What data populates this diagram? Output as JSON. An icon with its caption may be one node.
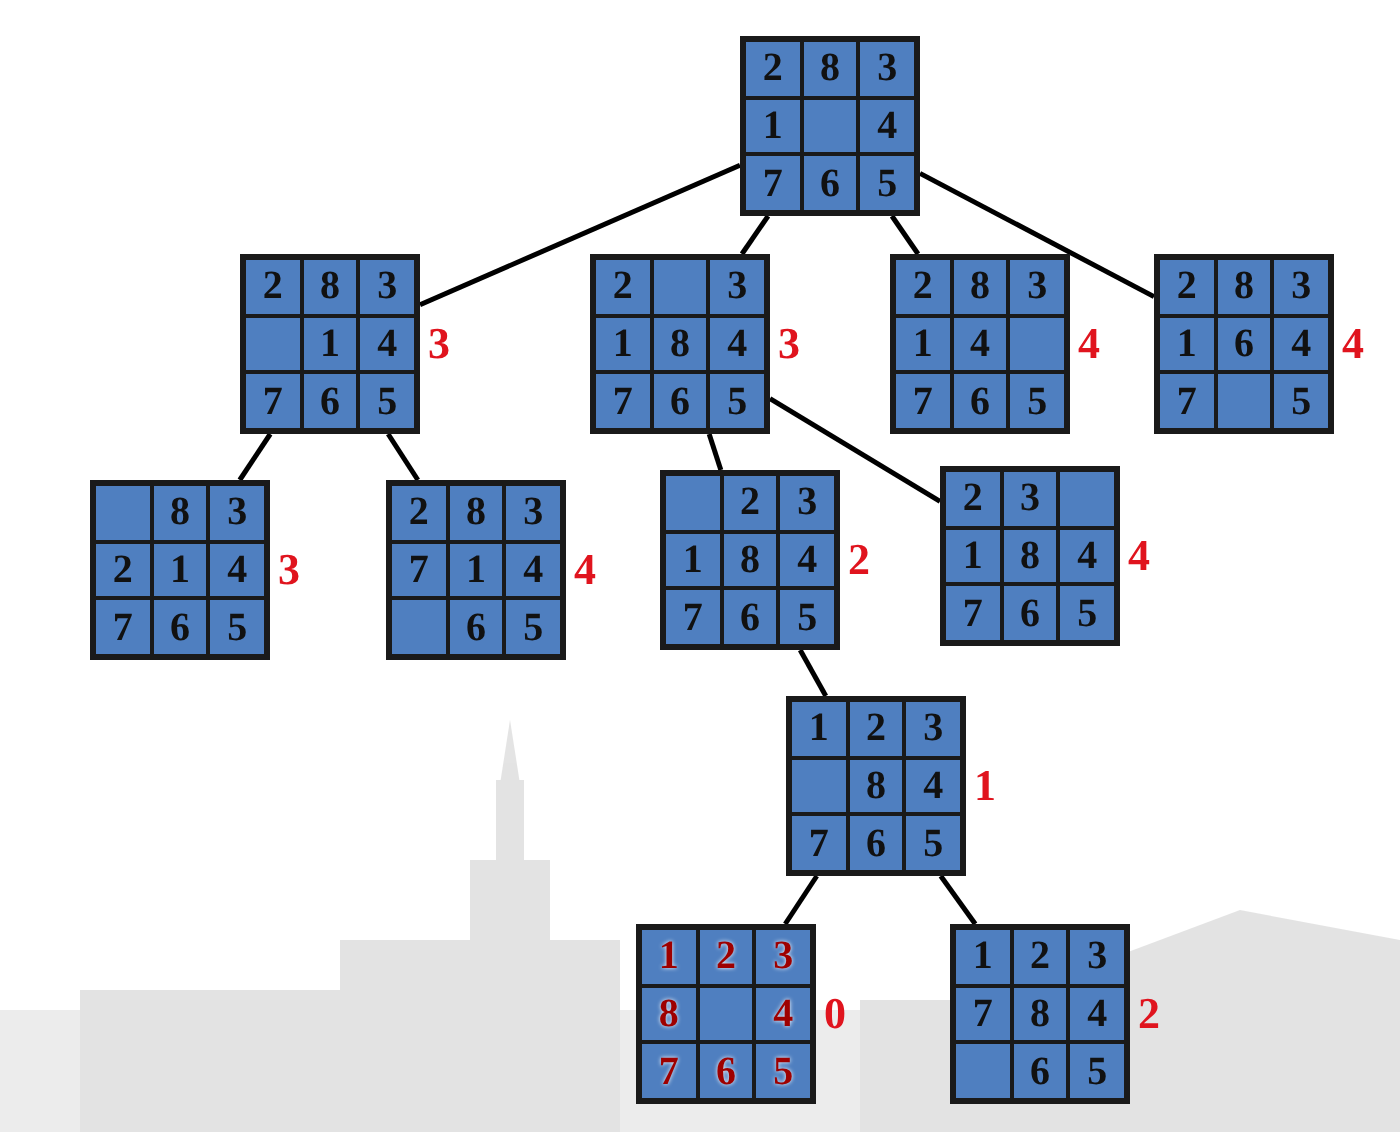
{
  "diagram": {
    "nodes": [
      {
        "text": [
          "2",
          "8",
          "3",
          "1",
          "4",
          "7",
          "6",
          "5"
        ]
      },
      {
        "text": [
          "2",
          "8",
          "3",
          "1",
          "4",
          "7",
          "6",
          "5"
        ],
        "beside": [
          "3"
        ]
      },
      {
        "text": [
          "2",
          "3",
          "1",
          "8",
          "4",
          "7",
          "6",
          "5"
        ],
        "beside": [
          "3"
        ]
      },
      {
        "text": [
          "2",
          "8",
          "3",
          "1",
          "4",
          "7",
          "6",
          "5"
        ],
        "beside": [
          "4"
        ]
      },
      {
        "text": [
          "2",
          "8",
          "3",
          "1",
          "6",
          "4",
          "7",
          "5"
        ],
        "beside": [
          "4"
        ]
      },
      {
        "text": [
          "8",
          "3",
          "2",
          "1",
          "4",
          "7",
          "6",
          "5"
        ],
        "beside": [
          "3"
        ]
      },
      {
        "text": [
          "2",
          "8",
          "3",
          "7",
          "1",
          "4",
          "6",
          "5"
        ],
        "beside": [
          "4"
        ]
      },
      {
        "text": [
          "2",
          "3",
          "1",
          "8",
          "4",
          "7",
          "6",
          "5"
        ],
        "beside": [
          "2"
        ]
      },
      {
        "text": [
          "2",
          "3",
          "1",
          "8",
          "4",
          "7",
          "6",
          "5"
        ],
        "beside": [
          "4"
        ]
      },
      {
        "text": [
          "1",
          "2",
          "3",
          "8",
          "4",
          "7",
          "6",
          "5"
        ],
        "beside": [
          "1"
        ]
      },
      {
        "text": [
          "1",
          "2",
          "3",
          "8",
          "4",
          "7",
          "6",
          "5"
        ],
        "beside": [
          "0"
        ]
      },
      {
        "text": [
          "1",
          "2",
          "3",
          "7",
          "8",
          "4",
          "6",
          "5"
        ],
        "beside": [
          "2"
        ]
      }
    ],
    "edges": [
      {
        "from": 0,
        "to": 1,
        "arrow": "none"
      },
      {
        "from": 0,
        "to": 2,
        "arrow": "none"
      },
      {
        "from": 0,
        "to": 3,
        "arrow": "none"
      },
      {
        "from": 0,
        "to": 4,
        "arrow": "none"
      },
      {
        "from": 1,
        "to": 5,
        "arrow": "none"
      },
      {
        "from": 1,
        "to": 6,
        "arrow": "none"
      },
      {
        "from": 2,
        "to": 7,
        "arrow": "none"
      },
      {
        "from": 2,
        "to": 8,
        "arrow": "none"
      },
      {
        "from": 7,
        "to": 9,
        "arrow": "none"
      },
      {
        "from": 9,
        "to": 10,
        "arrow": "none"
      },
      {
        "from": 9,
        "to": 11,
        "arrow": "none"
      }
    ]
  }
}
